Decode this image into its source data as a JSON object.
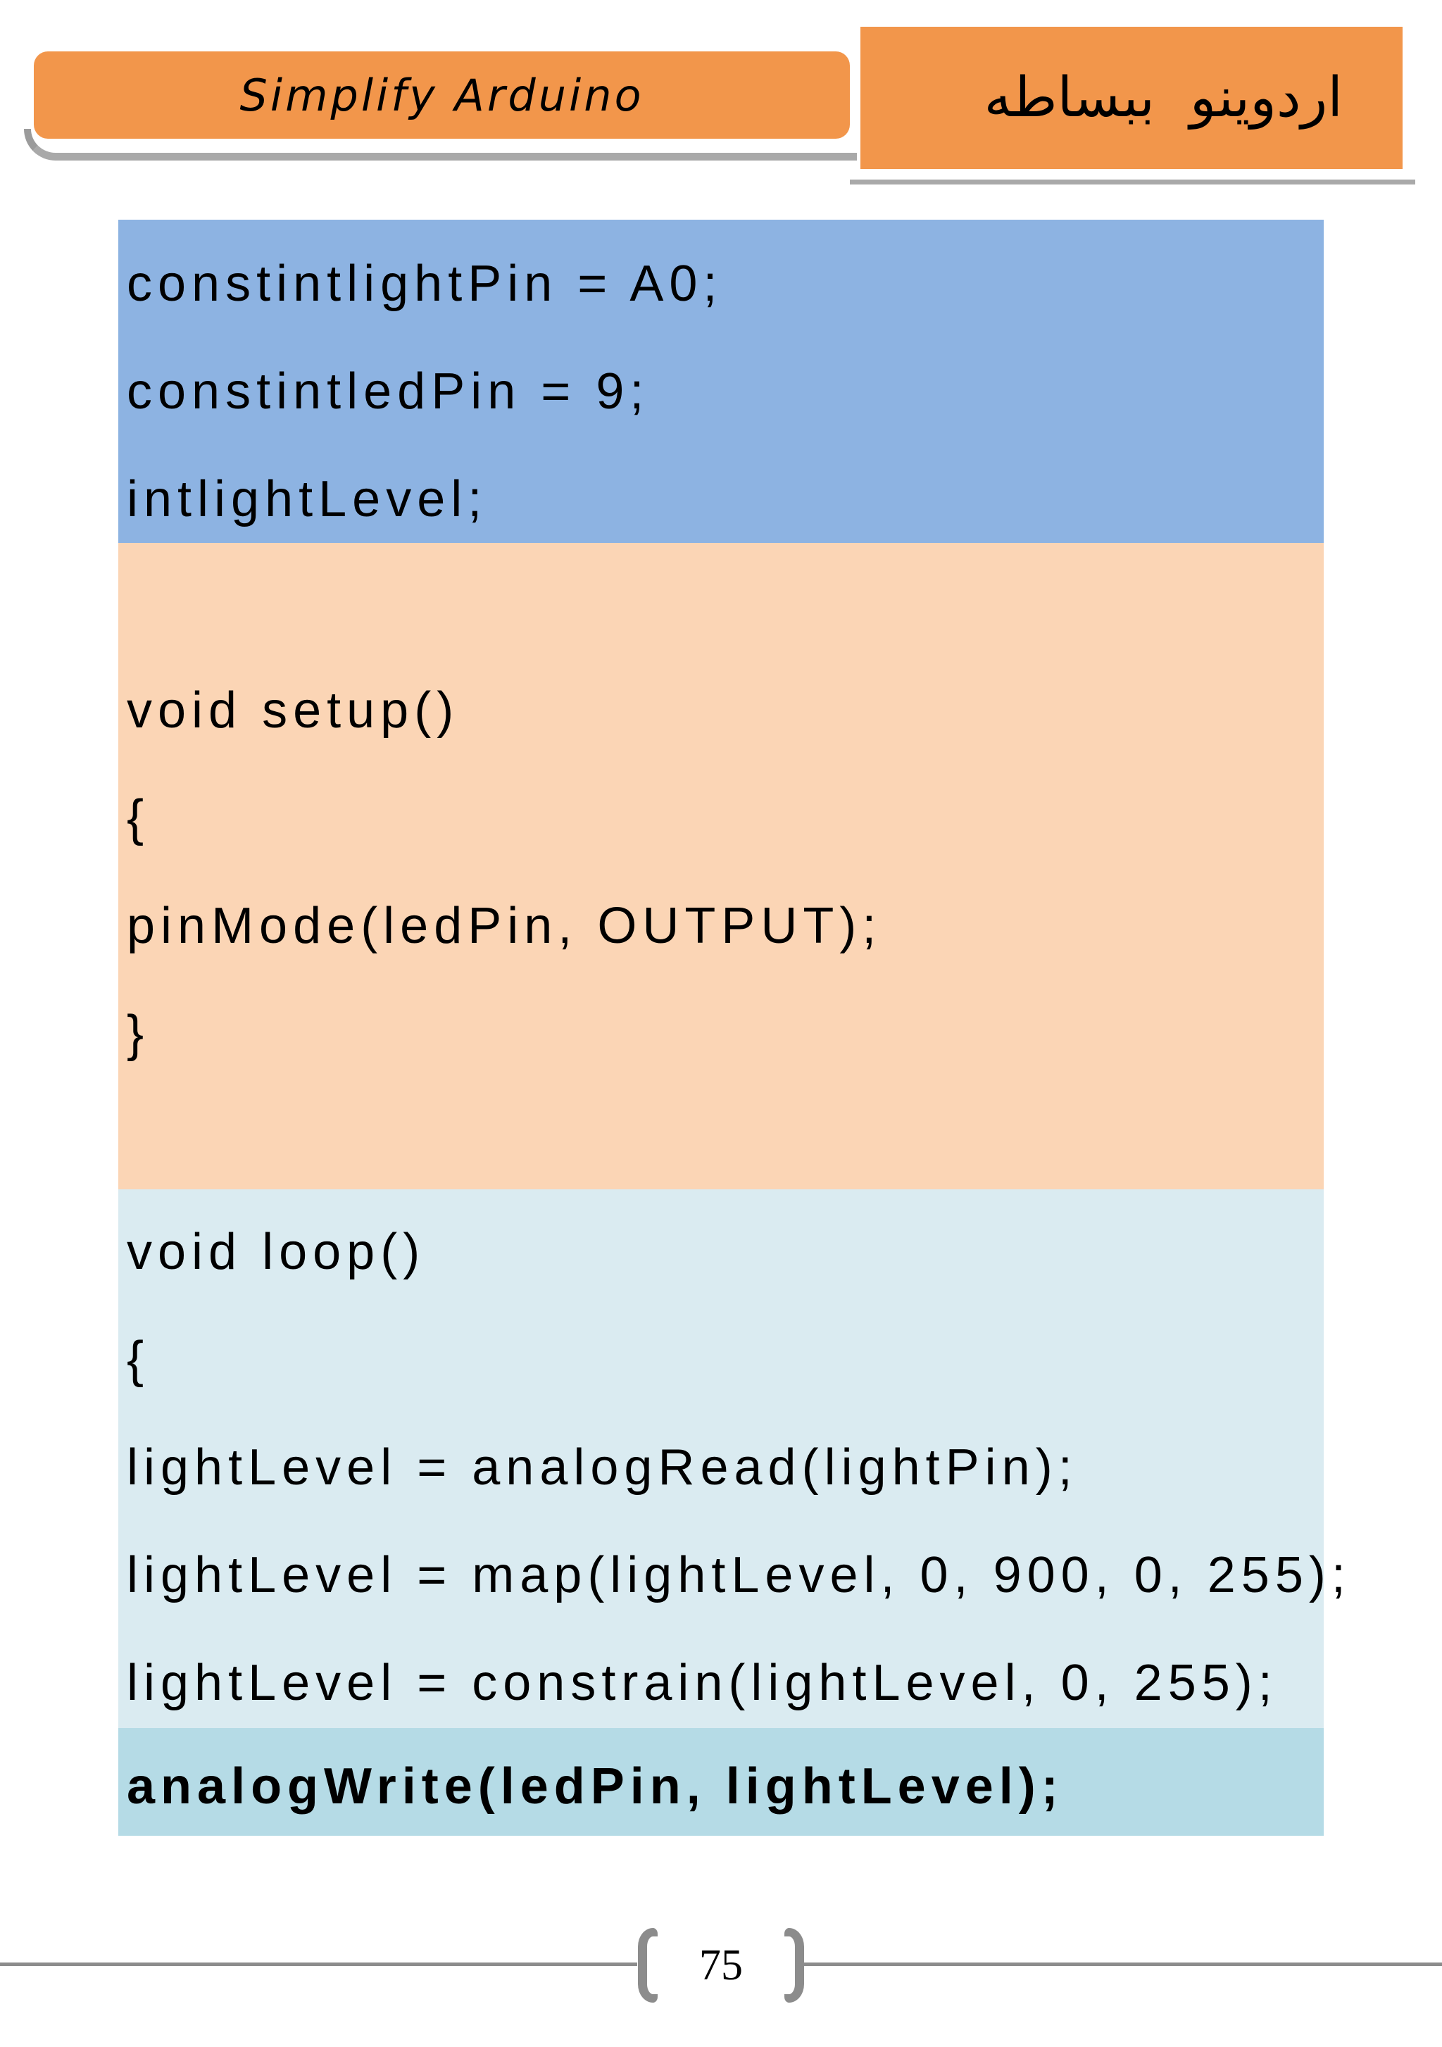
{
  "header": {
    "left_banner": {
      "title": "Simplify Arduino"
    },
    "right_banner": {
      "title": "اردوينو  ببساطه"
    }
  },
  "code": {
    "blocks": [
      {
        "name": "declarations",
        "lines": [
          "constintlightPin = A0;",
          "constintledPin = 9;",
          "intlightLevel;"
        ]
      },
      {
        "name": "setup",
        "lines": [
          "",
          "void setup()",
          "{",
          "pinMode(ledPin, OUTPUT);",
          "}",
          ""
        ]
      },
      {
        "name": "loop",
        "lines": [
          "void loop()",
          "{",
          "lightLevel = analogRead(lightPin);",
          "lightLevel = map(lightLevel, 0, 900, 0, 255);",
          "lightLevel = constrain(lightLevel, 0, 255);"
        ]
      },
      {
        "name": "highlight",
        "lines": [
          "analogWrite(ledPin, lightLevel);"
        ]
      }
    ]
  },
  "footer": {
    "page_number": "75"
  },
  "colors": {
    "accent_orange": "#F2964B",
    "block_blue": "#8DB3E2",
    "block_peach": "#FBD5B5",
    "block_light_blue": "#DAEBF1",
    "block_highlight_blue": "#B5DBE6",
    "shadow_gray": "#A9A9A9",
    "footer_line_gray": "#8C8C8C",
    "text_black": "#000000"
  }
}
